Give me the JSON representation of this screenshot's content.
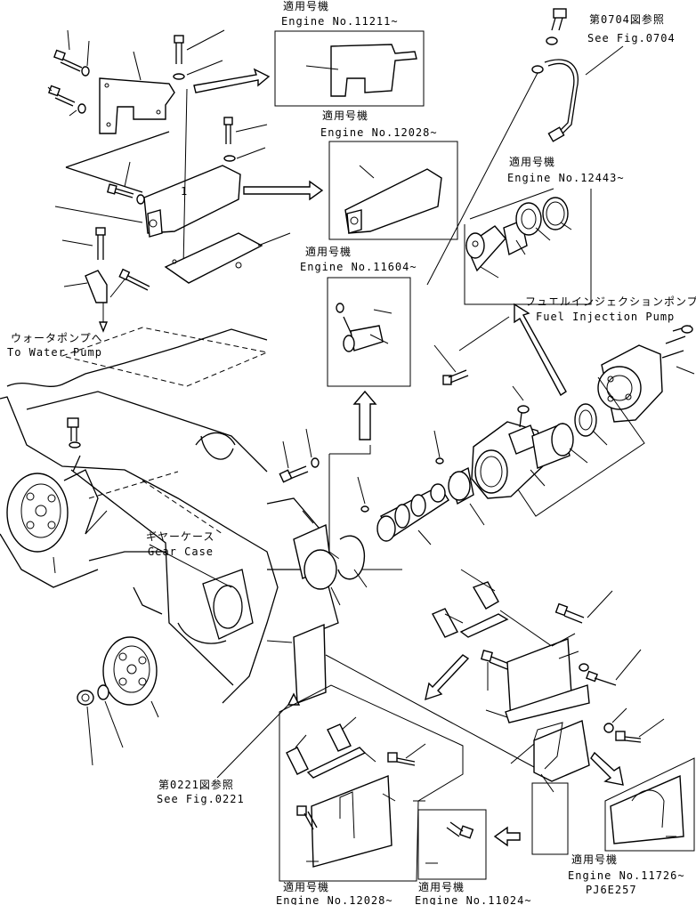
{
  "labels": {
    "ref_0704_jp": "第0704図参照",
    "ref_0704_en": "See Fig.0704",
    "ref_0221_jp": "第0221図参照",
    "ref_0221_en": "See Fig.0221",
    "water_pump_jp": "ウォータポンプへ",
    "water_pump_en": "To Water Pump",
    "gear_case_jp": "ギヤーケース",
    "gear_case_en": "Gear Case",
    "fuel_pump_jp": "フュエルインジェクションポンプ",
    "fuel_pump_en": "Fuel Injection Pump",
    "drawing_code": "PJ6E257",
    "part_one": "1"
  },
  "insets": [
    {
      "jp": "適用号機",
      "en": "Engine No.11211~"
    },
    {
      "jp": "適用号機",
      "en": "Engine No.12028~"
    },
    {
      "jp": "適用号機",
      "en": "Engine No.12443~"
    },
    {
      "jp": "適用号機",
      "en": "Engine No.11604~"
    },
    {
      "jp": "適用号機",
      "en": "Engine No.12028~"
    },
    {
      "jp": "適用号機",
      "en": "Engine No.11024~"
    },
    {
      "jp": "適用号機",
      "en": "Engine No.11726~"
    }
  ],
  "icons": {
    "arrow": "outline-arrow-icon",
    "bolt": "bolt-icon",
    "washer": "washer-icon",
    "gear": "gear-icon"
  }
}
